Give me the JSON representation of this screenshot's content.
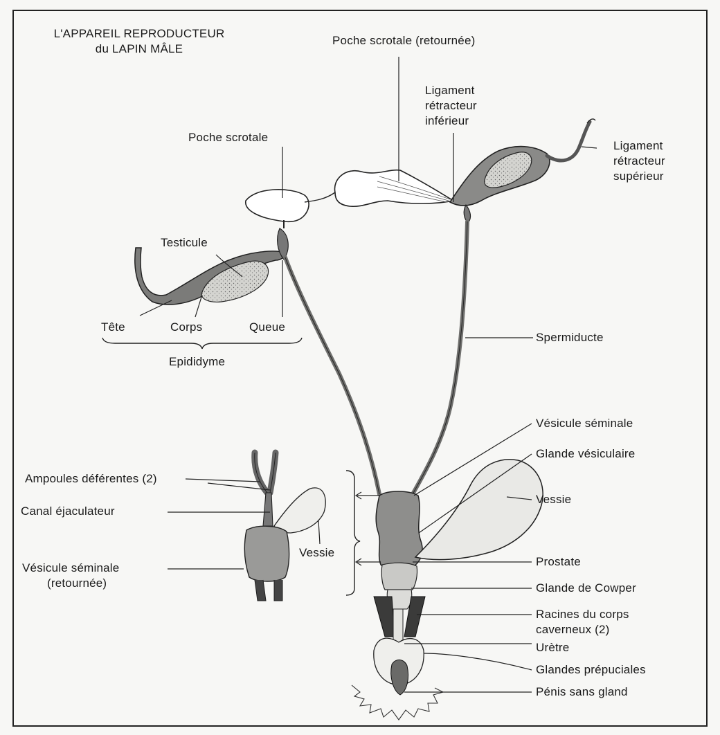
{
  "title": {
    "line1": "L'APPAREIL REPRODUCTEUR",
    "line2": "du LAPIN MÂLE"
  },
  "labels": {
    "poche_scrotale_retournee": "Poche scrotale (retournée)",
    "ligament_inf_1": "Ligament",
    "ligament_inf_2": "rétracteur",
    "ligament_inf_3": "inférieur",
    "poche_scrotale": "Poche scrotale",
    "ligament_sup_1": "Ligament",
    "ligament_sup_2": "rétracteur",
    "ligament_sup_3": "supérieur",
    "testicule": "Testicule",
    "tete": "Tête",
    "corps": "Corps",
    "queue": "Queue",
    "epididyme": "Epididyme",
    "spermiducte": "Spermiducte",
    "vesicule_seminale": "Vésicule séminale",
    "glande_vesiculaire": "Glande vésiculaire",
    "ampoules": "Ampoules déférentes (2)",
    "vessie_right": "Vessie",
    "canal_ejaculateur": "Canal éjaculateur",
    "vessie_left": "Vessie",
    "prostate": "Prostate",
    "vesicule_retournee_1": "Vésicule séminale",
    "vesicule_retournee_2": "(retournée)",
    "glande_cowper": "Glande de Cowper",
    "racines_1": "Racines du corps",
    "racines_2": "caverneux (2)",
    "uretre": "Urètre",
    "glandes_preputiales": "Glandes prépuciales",
    "penis": "Pénis sans gland"
  }
}
